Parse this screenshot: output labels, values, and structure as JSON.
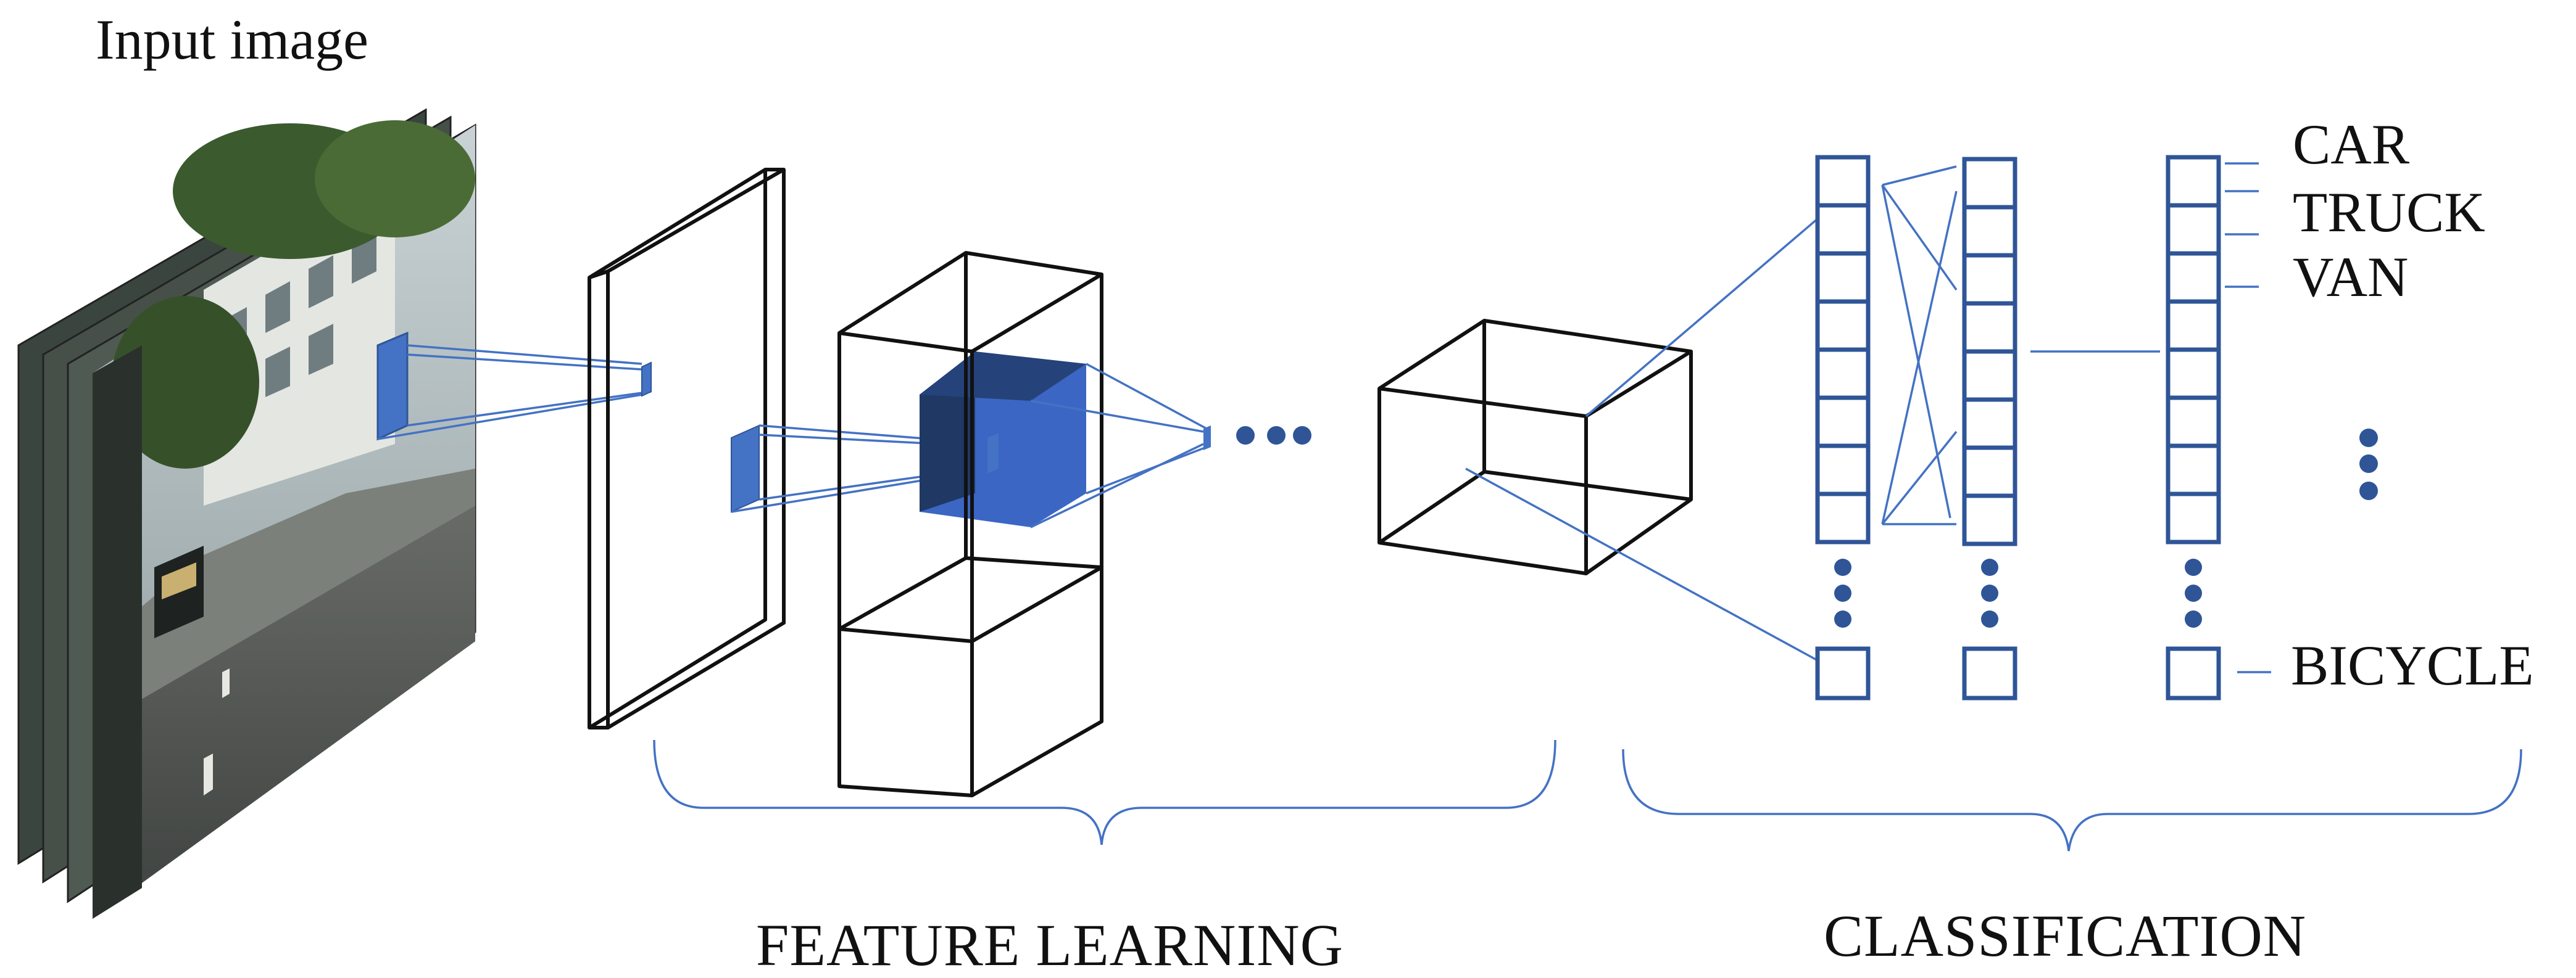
{
  "labels": {
    "input_image": "Input image",
    "feature_learning": "FEATURE LEARNING",
    "classification": "CLASSIFICATION"
  },
  "classes": [
    "CAR",
    "TRUCK",
    "VAN",
    "BICYCLE"
  ],
  "colors": {
    "accent": "#4472C4",
    "neuron_stroke": "#2F5597",
    "cube_dark": "#1F3864",
    "cube_front": "#3C66C4",
    "outline": "#111111"
  },
  "icons": [
    "photo-stack-image",
    "ellipsis-dots",
    "vertical-ellipsis-dots"
  ]
}
